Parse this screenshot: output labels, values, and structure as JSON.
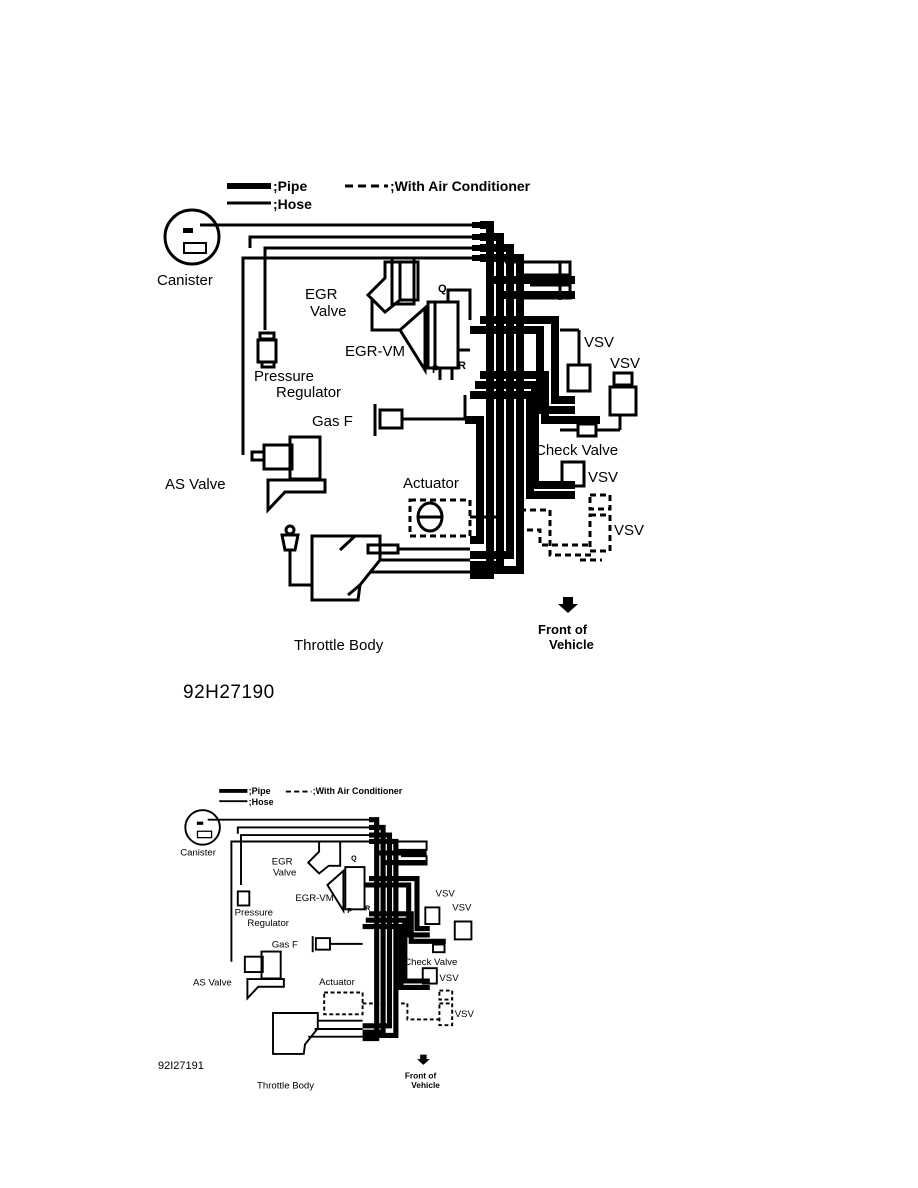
{
  "diagrams": [
    {
      "legend": {
        "pipe": ";Pipe",
        "hose": ";Hose",
        "ac": ";With Air Conditioner"
      },
      "labels": {
        "canister": "Canister",
        "egr_valve_1": "EGR",
        "egr_valve_2": "Valve",
        "egr_vm": "EGR-VM",
        "q": "Q",
        "p": "P",
        "r": "R",
        "pressure_regulator_1": "Pressure",
        "pressure_regulator_2": "Regulator",
        "gas_filter": "Gas F",
        "as_valve": "AS Valve",
        "vsv_1": "VSV",
        "vsv_2": "VSV",
        "check_valve": "Check Valve",
        "vsv_3": "VSV",
        "actuator": "Actuator",
        "vsv_4": "VSV",
        "throttle_body": "Throttle Body",
        "front_1": "Front of",
        "front_2": "Vehicle"
      },
      "code": "92H27190"
    },
    {
      "legend": {
        "pipe": ";Pipe",
        "hose": ";Hose",
        "ac": ";With Air Conditioner"
      },
      "labels": {
        "canister": "Canister",
        "egr_valve_1": "EGR",
        "egr_valve_2": "Valve",
        "egr_vm": "EGR-VM",
        "q": "Q",
        "p": "P",
        "r": "R",
        "pressure_regulator_1": "Pressure",
        "pressure_regulator_2": "Regulator",
        "gas_filter": "Gas F",
        "as_valve": "AS Valve",
        "vsv_1": "VSV",
        "vsv_2": "VSV",
        "check_valve": "Check Valve",
        "vsv_3": "VSV",
        "actuator": "Actuator",
        "vsv_4": "VSV",
        "throttle_body": "Throttle Body",
        "front_1": "Front of",
        "front_2": "Vehicle"
      },
      "code": "92I27191"
    }
  ]
}
